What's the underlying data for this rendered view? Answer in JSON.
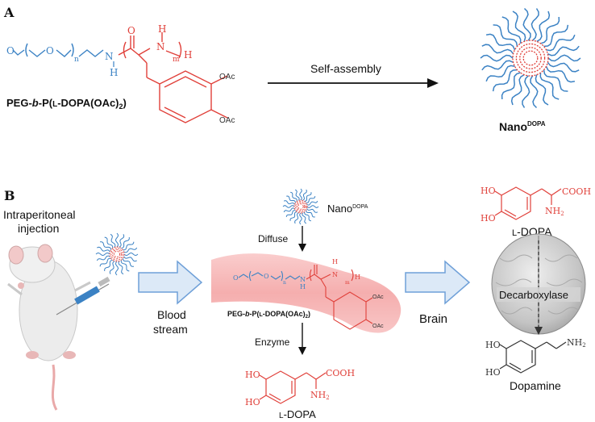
{
  "panel_a": {
    "label": "A",
    "polymer_name_pre": "PEG-",
    "polymer_name_b": "b",
    "polymer_name_mid": "-P(",
    "polymer_name_l": "L",
    "polymer_name_post": "-DOPA(OAc)",
    "polymer_name_sub": "2",
    "polymer_name_close": ")",
    "chem": {
      "o": "O",
      "n": "n",
      "nh_n": "N",
      "nh_h": "H",
      "m": "m",
      "h_end": "H",
      "h_top": "H",
      "oac1": "OAc",
      "oac2": "OAc",
      "carbonyl_o": "O"
    },
    "arrow_label": "Self-assembly",
    "nano_main": "Nano",
    "nano_sup": "DOPA"
  },
  "panel_b": {
    "label": "B",
    "injection_label_1": "Intraperitoneal",
    "injection_label_2": "injection",
    "blood_label_1": "Blood",
    "blood_label_2": "stream",
    "nano_main": "Nano",
    "nano_sup": "DOPA",
    "diffuse_label": "Diffuse",
    "polymer_small": {
      "pre": "PEG-",
      "b": "b",
      "mid": "-P(",
      "l": "L",
      "post": "-DOPA(OAc)",
      "sub": "2",
      "close": ")"
    },
    "enzyme_label": "Enzyme",
    "ldopa_bottom": {
      "l": "L",
      "rest": "-DOPA",
      "ho1": "HO",
      "ho2": "HO",
      "cooh": "COOH",
      "nh2": "NH",
      "nh2_sub": "2"
    },
    "brain_arrow_label": "Brain",
    "ldopa_top": {
      "l": "L",
      "rest": "-DOPA",
      "ho1": "HO",
      "ho2": "HO",
      "cooh": "COOH",
      "nh2": "NH",
      "nh2_sub": "2"
    },
    "decarboxylase_label": "Decarboxylase",
    "dopamine_label": "Dopamine",
    "dopamine_chem": {
      "ho1": "HO",
      "ho2": "HO",
      "nh2": "NH",
      "nh2_sub": "2"
    },
    "small_chem": {
      "o": "O",
      "n": "n",
      "nh": "N",
      "h": "H",
      "m": "m",
      "oac1": "OAc",
      "oac2": "OAc"
    }
  },
  "colors": {
    "peg_blue": "#3b82c4",
    "dopa_red": "#e0403a",
    "arrow_fill": "#dce9f7",
    "arrow_stroke": "#6fa0d8",
    "vessel": "#f4a3a3"
  }
}
